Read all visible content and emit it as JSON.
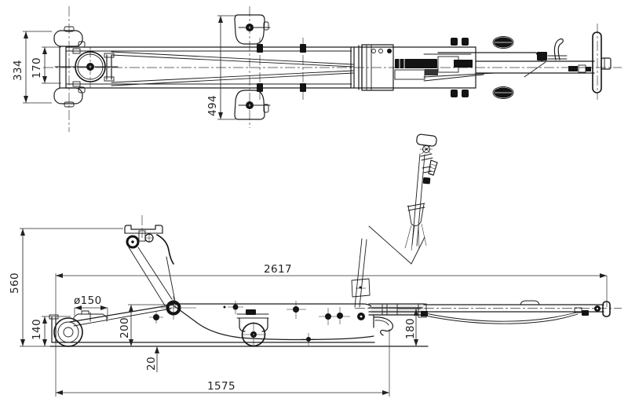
{
  "drawing": {
    "type": "technical-drawing",
    "subject": "hydraulic floor jack, plan view and side elevation",
    "views": [
      "top-view",
      "side-view"
    ]
  },
  "dims": {
    "top_overall_width": "334",
    "top_frame_width": "170",
    "top_caster_span": "494",
    "side_max_height": "560",
    "side_min_height": "140",
    "side_wheel_dia": "ø150",
    "side_chassis_height": "200",
    "side_ground_clearance": "20",
    "side_handle_height": "180",
    "side_overall_length": "2617",
    "side_chassis_length": "1575"
  },
  "colors": {
    "background": "#ffffff",
    "line": "#1c1c1c",
    "dimension": "#2a2a2a",
    "dark_fill": "#131313"
  }
}
